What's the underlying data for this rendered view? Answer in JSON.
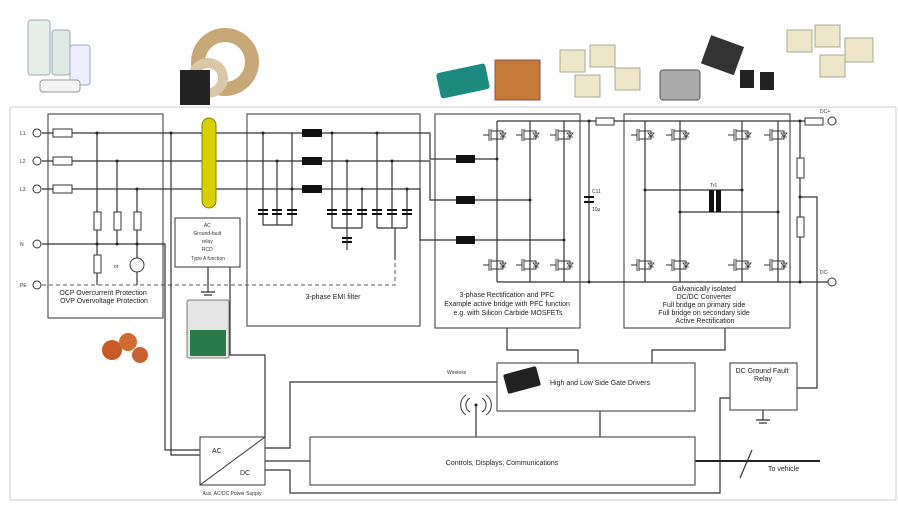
{
  "terminals": {
    "l1": "L1",
    "l2": "L2",
    "l3": "L3",
    "n": "N",
    "pe": "PE",
    "dc_plus": "DC+",
    "dc_minus": "DC-"
  },
  "blocks": {
    "protection": {
      "line1": "OCP Overcurrent Protection",
      "line2": "OVP Overvoltage Protection",
      "or_label": "or"
    },
    "rcd": {
      "lines": [
        "AC",
        "Ground-fault",
        "relay",
        "RCD",
        "Type A function"
      ]
    },
    "emi": {
      "label": "3-phase EMI filter"
    },
    "rectifier": {
      "lines": [
        "3-phase Rectification and PFC",
        "Example active bridge with PFC function",
        "e.g. with Silicon Carbide MOSFETs"
      ]
    },
    "capacitor": {
      "name": "C11",
      "value": "10µ"
    },
    "dcdc": {
      "transformer": "Tr1",
      "lines": [
        "Galvanically isolated",
        "DC/DC Converter",
        "Full bridge on primary side",
        "Full bridge on secondary side",
        "Active Rectification"
      ]
    },
    "gate_drivers": {
      "label": "High and Low Side Gate Drivers"
    },
    "dc_ground_fault": {
      "lines": [
        "DC Ground Fault",
        "Relay"
      ]
    },
    "controls": {
      "label": "Controls, Displays, Communications"
    },
    "aux_supply": {
      "ac": "AC",
      "dc": "DC",
      "label": "Aux. AC/DC Power Supply"
    },
    "wireless": "Wireless",
    "to_vehicle": "To vehicle"
  },
  "colors": {
    "toroid": "#d8d000",
    "line": "#333333",
    "box": "#555555"
  }
}
